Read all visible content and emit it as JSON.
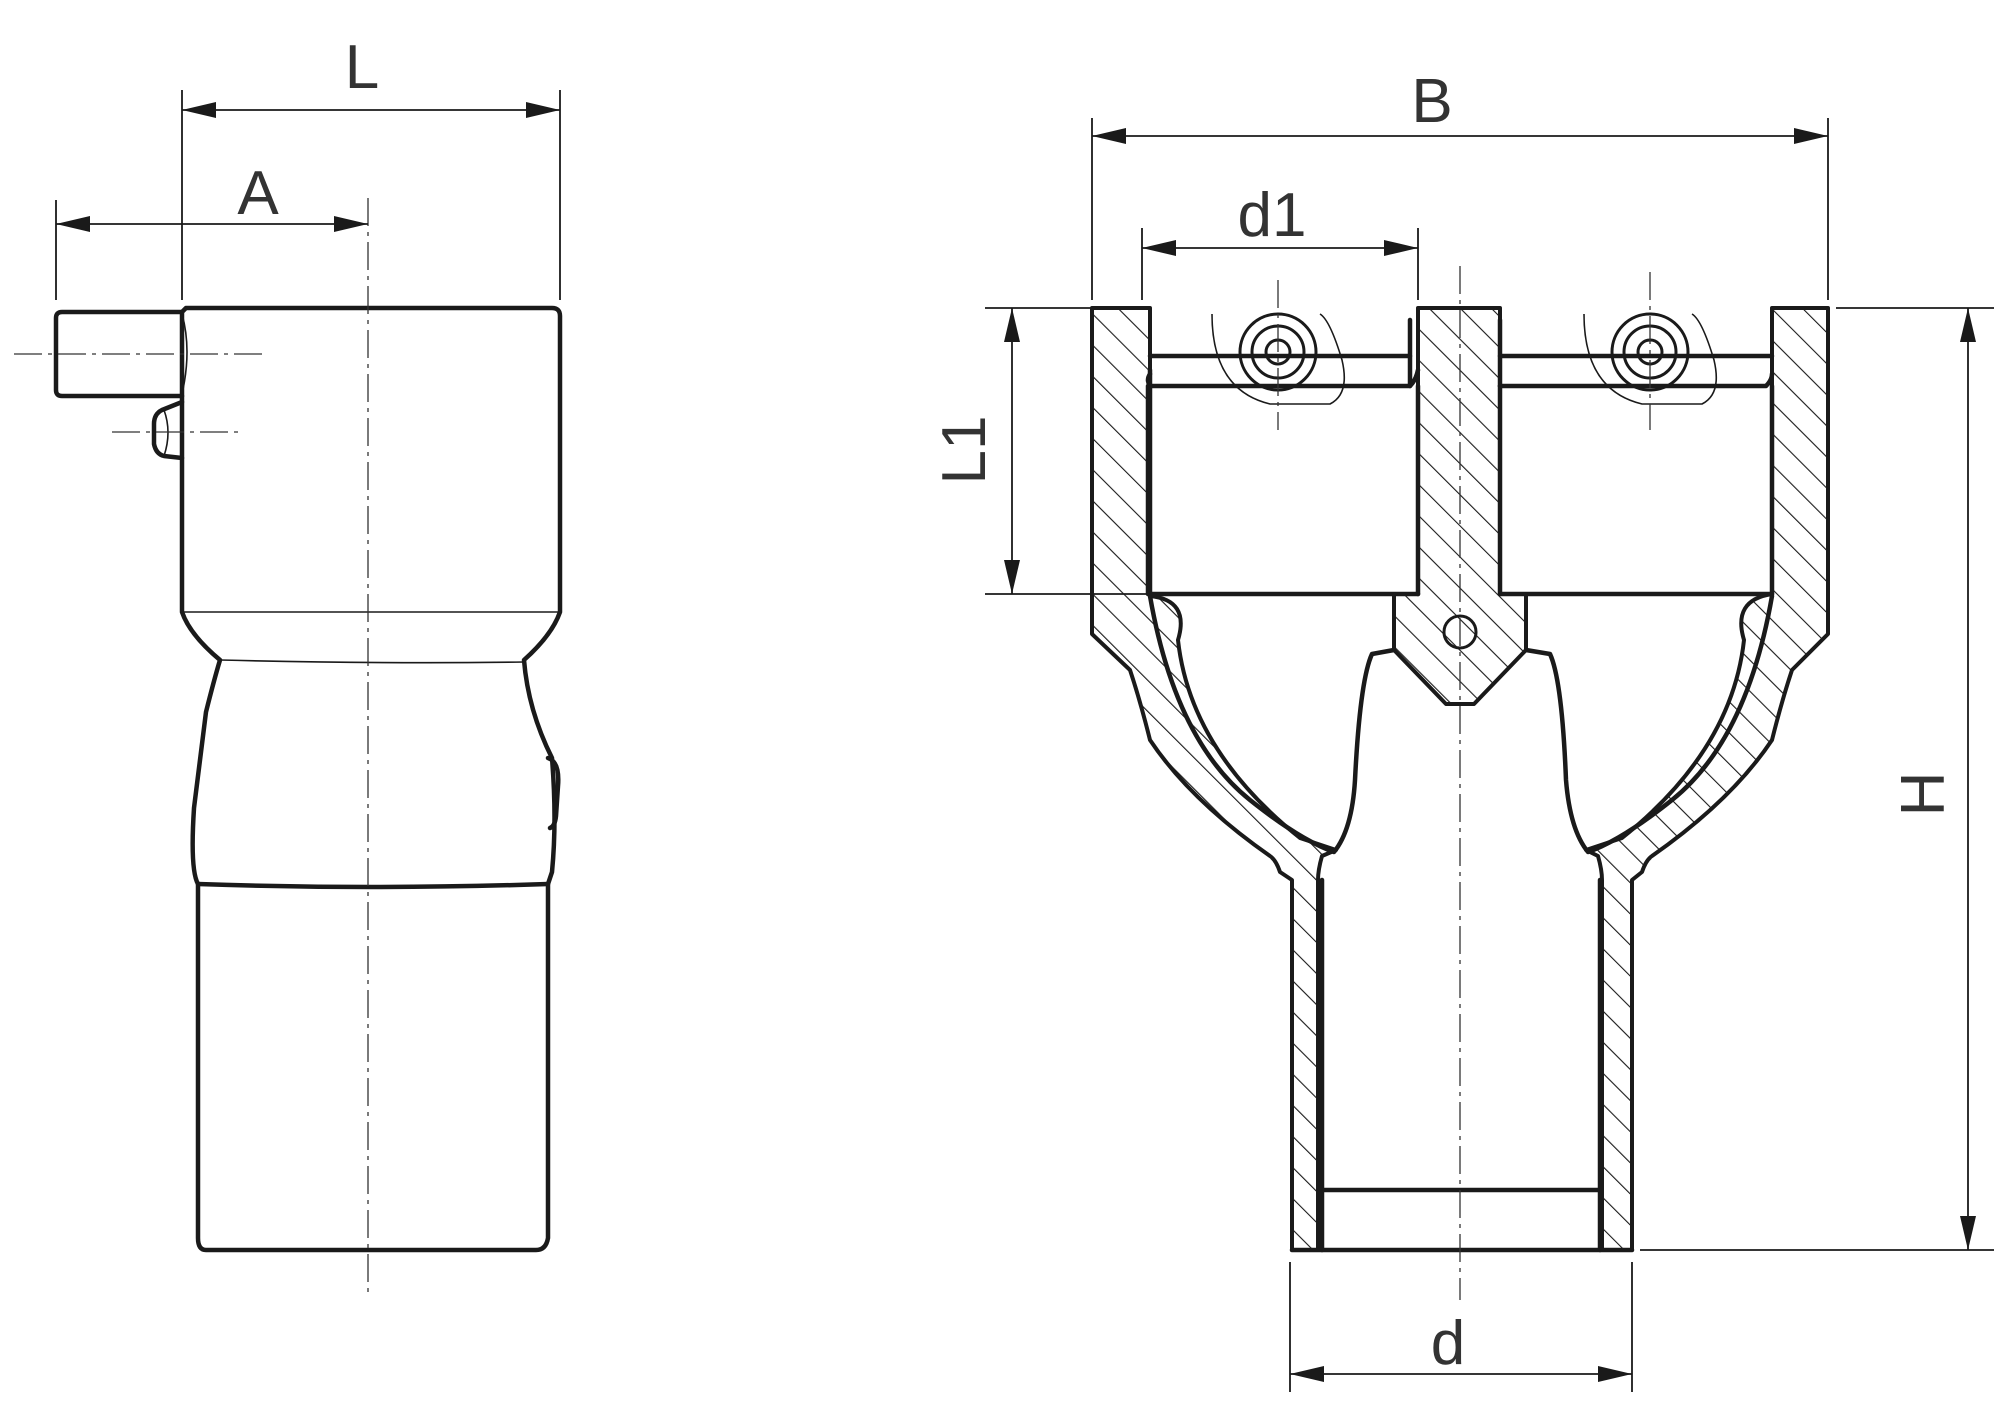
{
  "figure": {
    "side_view": {
      "dimensions": {
        "length": "L",
        "offset": "A"
      }
    },
    "section_view": {
      "dimensions": {
        "width": "B",
        "inlet_diameter": "d1",
        "socket_depth": "L1",
        "height": "H",
        "outlet_diameter": "d"
      }
    }
  },
  "colors": {
    "line": "#1a1a1a",
    "text": "#333333",
    "background": "#ffffff"
  }
}
